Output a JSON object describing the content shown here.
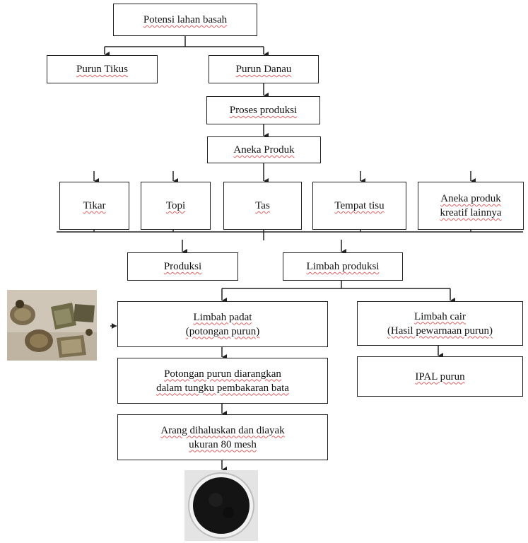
{
  "nodes": {
    "potensi": "Potensi lahan basah",
    "purun_tikus": "Purun Tikus",
    "purun_danau": "Purun Danau",
    "proses_produksi": "Proses produksi",
    "aneka_produk": "Aneka Produk",
    "tikar": "Tikar",
    "topi": "Topi",
    "tas": "Tas",
    "tempat_tisu": "Tempat tisu",
    "aneka_kreatif": [
      "Aneka produk",
      "kreatif lainnya"
    ],
    "produksi": "Produksi",
    "limbah_produksi": "Limbah produksi",
    "limbah_padat": [
      "Limbah padat",
      "(potongan purun)"
    ],
    "limbah_cair": [
      "Limbah cair",
      "(Hasil pewarnaan purun)"
    ],
    "potongan_diarangkan": [
      "Potongan purun diarangkan",
      "dalam tungku pembakaran bata"
    ],
    "ipal": "IPAL purun",
    "arang": [
      "Arang dihaluskan dan diayak",
      "ukuran 80 mesh"
    ]
  },
  "colors": {
    "border": "#222222",
    "spellcheck_underline": "#e06060",
    "charcoal": "#141414"
  }
}
